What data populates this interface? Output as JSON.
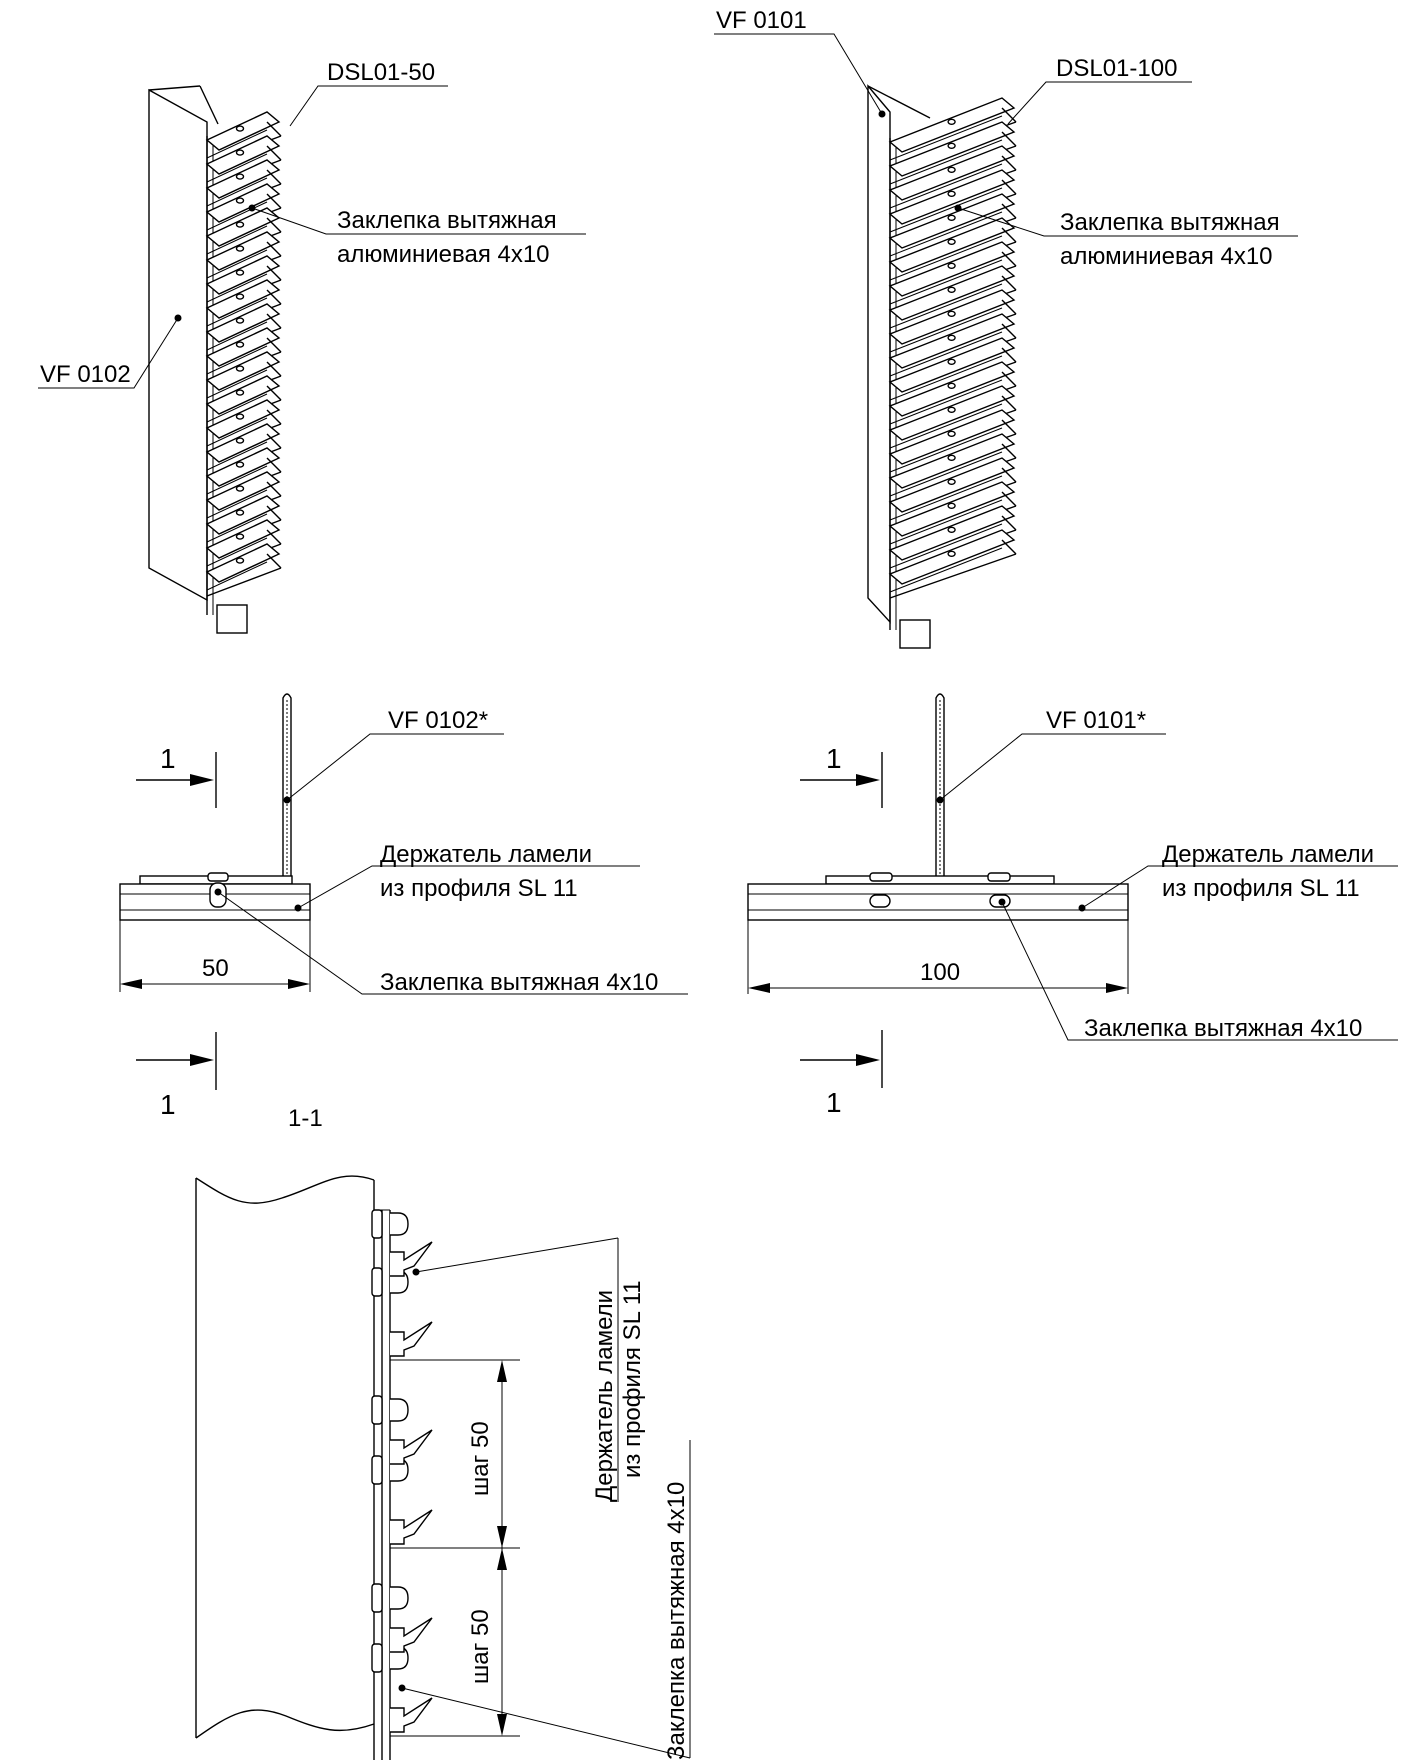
{
  "labels": {
    "dsl01_50": "DSL01-50",
    "vf0101": "VF 0101",
    "dsl01_100": "DSL01-100",
    "rivet_left_l1": "Заклепка вытяжная",
    "rivet_left_l2": "алюминиевая 4х10",
    "rivet_right_l1": "Заклепка вытяжная",
    "rivet_right_l2": "алюминиевая 4х10",
    "vf0102": "VF 0102",
    "vf0102_star": "VF 0102*",
    "vf0101_star": "VF 0101*",
    "holder_left_l1": "Держатель ламели",
    "holder_left_l2": "из профиля SL 11",
    "holder_right_l1": "Держатель ламели",
    "holder_right_l2": "из профиля SL 11",
    "rivet_4x10_left": "Заклепка вытяжная 4х10",
    "rivet_4x10_right": "Заклепка вытяжная 4х10",
    "dim_50": "50",
    "dim_100": "100",
    "section_mark_1": "1",
    "section_title": "1-1",
    "step_1": "шаг 50",
    "step_2": "шаг 50",
    "holder_vertical_l1": "Держатель ламели",
    "holder_vertical_l2": "из профиля SL 11",
    "rivet_vertical": "Заклепка вытяжная 4х10"
  }
}
